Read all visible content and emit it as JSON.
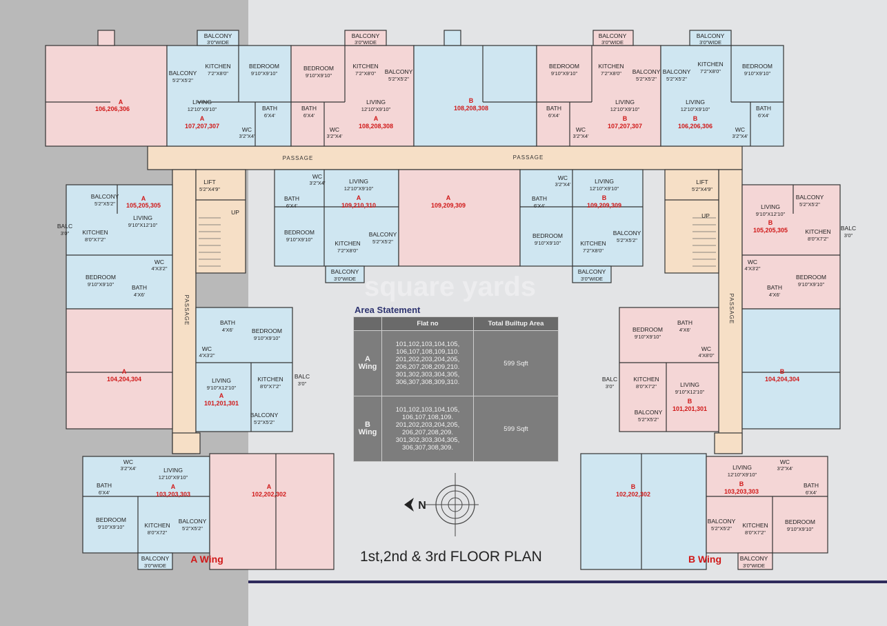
{
  "labels": {
    "balcony": "BALCONY",
    "balc": "BALC",
    "kitchen": "KITCHEN",
    "living": "LIVING",
    "bedroom": "BEDROOM",
    "bath": "BATH",
    "wc": "WC",
    "lift": "LIFT",
    "up": "UP",
    "passage": "PASSAGE"
  },
  "dims": {
    "balc_3": "3'0\"WIDE",
    "balc_52": "5'2\"X5'2\"",
    "kit_72x80": "7'2\"X8'0\"",
    "kit_80x72": "8'0\"X7'2\"",
    "bed_910": "9'10\"X9'10\"",
    "liv_1210": "12'10\"X9'10\"",
    "liv_910": "9'10\"X12'10\"",
    "bath_64": "6'X4'",
    "bath_46": "4'X6'",
    "wc_324": "3'2\"X4'",
    "wc_432": "4'X3'2\"",
    "wc_480": "4'X8'0\"",
    "lift": "5'2\"X4'9\"",
    "balc30": "3'0\"",
    "kit_80x72b": "8'0\"X72\""
  },
  "units": {
    "u_a106": "106,206,306",
    "u_a107": "107,207,307",
    "u_a108": "108,208,308",
    "u_b108": "108,208,308",
    "u_b107": "107,207,307",
    "u_b106": "106,206,306",
    "u_a105": "105,205,305",
    "u_a109": "109,210,310",
    "u_ab109": "109,209,309",
    "u_b109": "109,209,309",
    "u_b105": "105,205,305",
    "u_a104": "104,204,304",
    "u_a101": "101,201,301",
    "u_b101": "101,201,301",
    "u_b104": "104,204,304",
    "u_a103": "103,203,303",
    "u_a102": "102,202,302",
    "u_b102": "102,202,302",
    "u_b103": "103,203,303"
  },
  "unit_letters": {
    "a": "A",
    "b": "B"
  },
  "wings": {
    "a": "A Wing",
    "b": "B Wing"
  },
  "compass": {
    "n": "N"
  },
  "title": "1st,2nd & 3rd FLOOR   PLAN",
  "watermark": "square yards",
  "area": {
    "heading": "Area Statement",
    "col_flat": "Flat no",
    "col_area": "Total Builtup Area",
    "rows": [
      {
        "wing": "A Wing",
        "flats": "101,102,103,104,105, 106,107,108,109,110. 201,202,203,204,205, 206,207,208,209,210. 301,302,303,304,305, 306,307,308,309,310.",
        "area": "599  Sqft"
      },
      {
        "wing": "B Wing",
        "flats": "101,102,103,104,105, 106,107,108,109. 201,202,203,204,205, 206,207,208,209. 301,302,303,304,305, 306,307,308,309.",
        "area": "599  Sqft"
      }
    ]
  },
  "colors": {
    "blue": "#cfe6f1",
    "pink": "#f4d6d6",
    "passage": "#f6dfc6",
    "navy": "#2e2a5c",
    "red": "#d01818"
  }
}
